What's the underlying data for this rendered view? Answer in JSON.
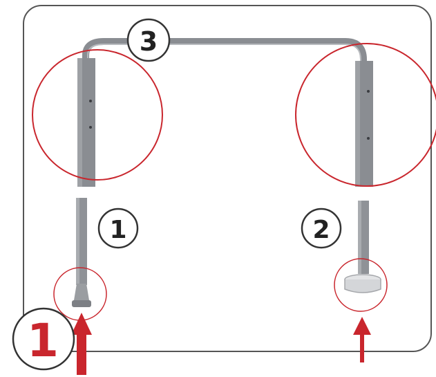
{
  "labels": {
    "top_bar": "3",
    "left_leg": "1",
    "right_leg": "2",
    "step": "1"
  },
  "colors": {
    "accent": "#c9262d",
    "tube": "#8a8d92",
    "tube_light": "#a9acb0",
    "frame": "#555555",
    "badge_text": "#222222"
  },
  "icons": [
    "arrow-up-icon",
    "arrow-up-icon"
  ]
}
